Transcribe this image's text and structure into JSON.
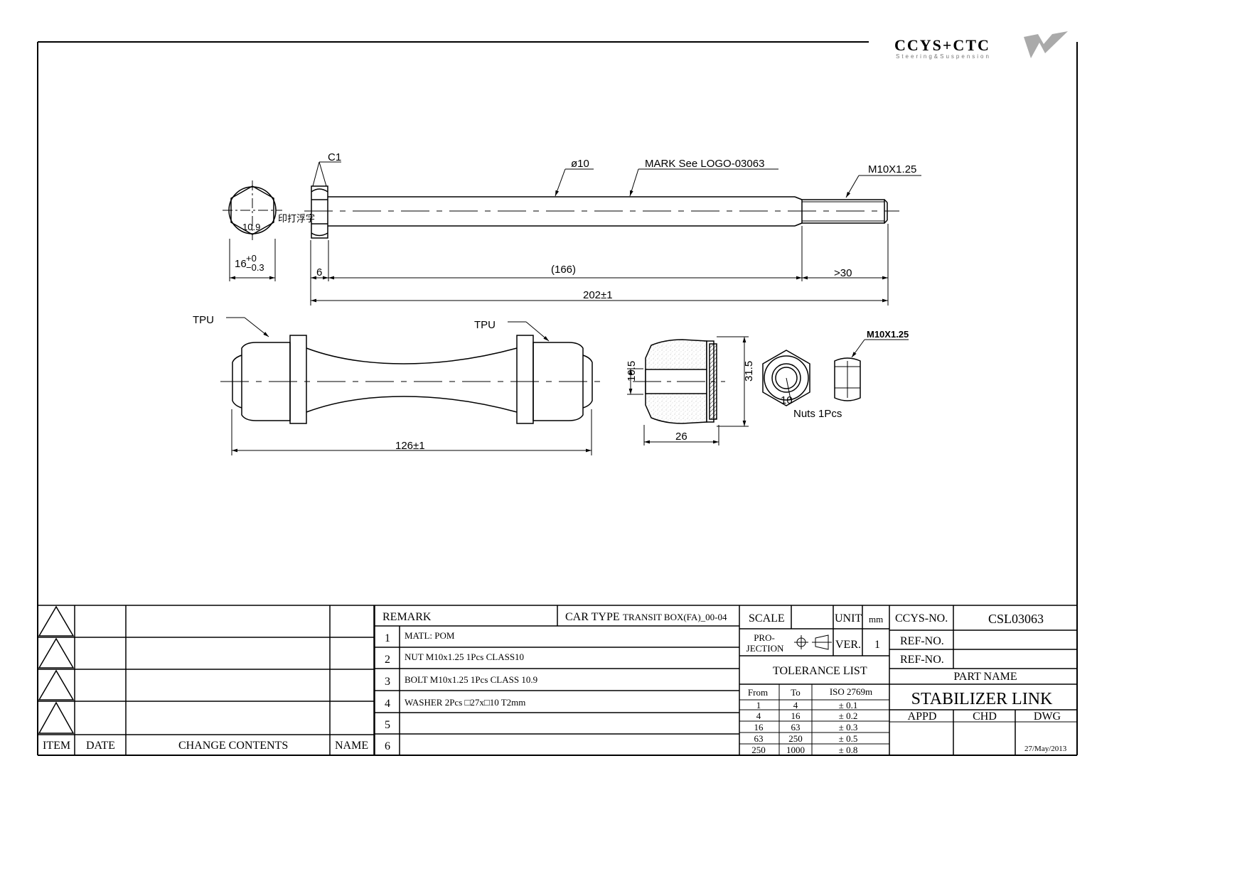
{
  "logo": {
    "brand": "CCYS+CTC",
    "tagline": "Steering&Suspension"
  },
  "dimensions": {
    "chamfer": "C1",
    "diameter": "ø10",
    "mark": "MARK See LOGO-03063",
    "thread": "M10X1.25",
    "head_mark": "10.9",
    "head_side_note": "印打浮字",
    "head_width_nominal": "16",
    "head_width_tol_upper": "+0",
    "head_width_tol_lower": "−0.3",
    "head_thickness": "6",
    "shank_length": "(166)",
    "thread_length": ">30",
    "overall_length": "202±1",
    "tpu_label_1": "TPU",
    "tpu_label_2": "TPU",
    "bush_length": "126±1",
    "bore_dia": "10.5",
    "washer_od": "31.5",
    "cup_length": "26",
    "nut_hole": "10",
    "nut_label": "Nuts 1Pcs",
    "nut_thread": "M10X1.25"
  },
  "change_table": {
    "headers": {
      "item": "ITEM",
      "date": "DATE",
      "contents": "CHANGE CONTENTS",
      "name": "NAME"
    }
  },
  "remarks": {
    "title": "REMARK",
    "car_type_label": "CAR TYPE",
    "car_type_value": "TRANSIT BOX(FA)_00-04",
    "items": [
      {
        "no": "1",
        "text": "MATL: POM"
      },
      {
        "no": "2",
        "text": "NUT M10x1.25 1Pcs CLASS10"
      },
      {
        "no": "3",
        "text": "BOLT  M10x1.25 1Pcs CLASS 10.9"
      },
      {
        "no": "4",
        "text": "WASHER 2Pcs □27x□10 T2mm"
      },
      {
        "no": "5",
        "text": ""
      },
      {
        "no": "6",
        "text": ""
      }
    ]
  },
  "scale_block": {
    "scale_label": "SCALE",
    "scale_value": "",
    "unit_label": "UNIT",
    "unit_value": "mm",
    "projection_label_1": "PRO-",
    "projection_label_2": "JECTION",
    "ver_label": "VER.",
    "ver_value": "1"
  },
  "tolerance": {
    "title": "TOLERANCE LIST",
    "headers": [
      "From",
      "To",
      "ISO 2769m"
    ],
    "rows": [
      [
        "1",
        "4",
        "± 0.1"
      ],
      [
        "4",
        "16",
        "± 0.2"
      ],
      [
        "16",
        "63",
        "± 0.3"
      ],
      [
        "63",
        "250",
        "± 0.5"
      ],
      [
        "250",
        "1000",
        "± 0.8"
      ]
    ]
  },
  "title_block": {
    "ccys_label": "CCYS-NO.",
    "ccys_value": "CSL03063",
    "ref1_label": "REF-NO.",
    "ref1_value": "",
    "ref2_label": "REF-NO.",
    "ref2_value": "",
    "part_name_label": "PART NAME",
    "part_name_value": "STABILIZER LINK",
    "appd": "APPD",
    "chd": "CHD",
    "dwg": "DWG",
    "date": "27/May/2013"
  }
}
